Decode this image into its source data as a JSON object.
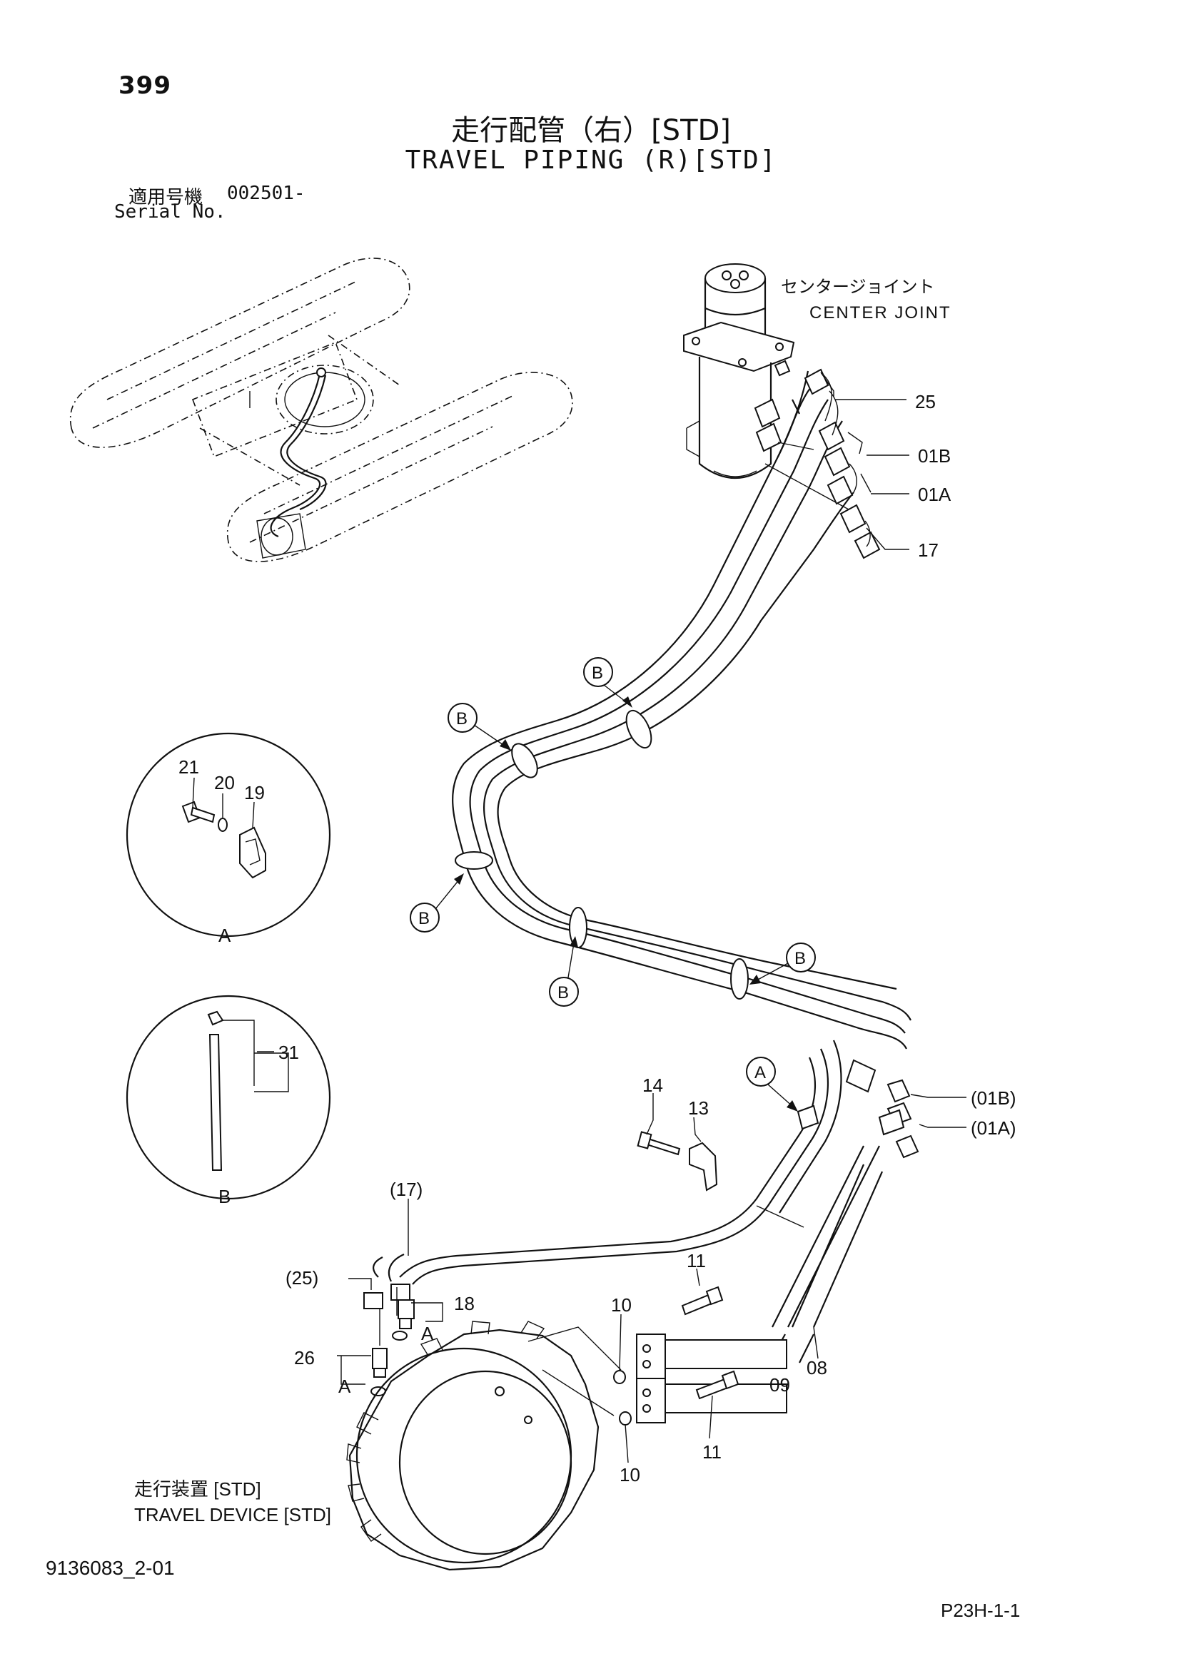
{
  "page_number": "399",
  "title": {
    "japanese": "走行配管（右）[STD]",
    "english": "TRAVEL PIPING (R)[STD]"
  },
  "serial": {
    "label_ja": "適用号機",
    "value": "002501-",
    "label_en": "Serial No."
  },
  "center_joint": {
    "label_ja": "センタージョイント",
    "label_en": "CENTER JOINT"
  },
  "travel_device": {
    "label_ja": "走行装置 [STD]",
    "label_en": "TRAVEL DEVICE [STD]"
  },
  "part_labels": {
    "p25": "25",
    "p01B": "01B",
    "p01A": "01A",
    "p17": "17",
    "p01B_ref": "(01B)",
    "p01A_ref": "(01A)",
    "p14": "14",
    "p13": "13",
    "p11_top": "11",
    "p11_bottom": "11",
    "p10_top": "10",
    "p10_bottom": "10",
    "p09": "09",
    "p08": "08",
    "p17_ref": "(17)",
    "p25_ref": "(25)",
    "p18": "18",
    "p26": "26",
    "p21": "21",
    "p20": "20",
    "p19": "19",
    "p31": "31"
  },
  "callouts": {
    "a": "A",
    "b": "B"
  },
  "detail_labels": {
    "detail_a": "A",
    "detail_b": "B",
    "ref_a_18": "A",
    "ref_a_26": "A"
  },
  "footer": {
    "drawing_code": "9136083_2-01",
    "page_code": "P23H-1-1"
  }
}
